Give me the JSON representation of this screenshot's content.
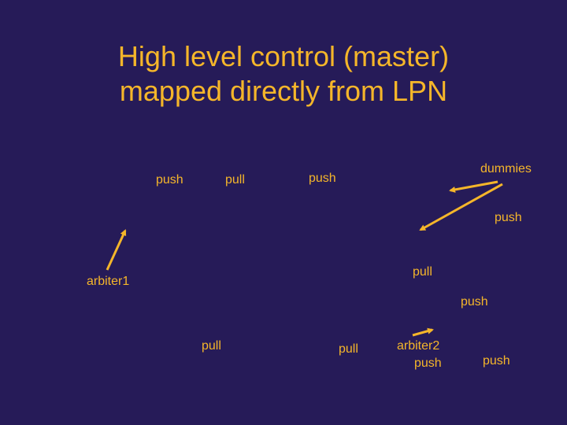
{
  "title": {
    "line1": "High level control (master)",
    "line2": "mapped directly from LPN"
  },
  "labels": {
    "push_1": "push",
    "pull_1": "pull",
    "push_2": "push",
    "dummies": "dummies",
    "push_3": "push",
    "pull_2": "pull",
    "arbiter1": "arbiter1",
    "push_4": "push",
    "pull_3": "pull",
    "pull_4": "pull",
    "arbiter2": "arbiter2",
    "push_5": "push",
    "push_6": "push"
  },
  "colors": {
    "background": "#261b58",
    "text": "#f5b62a",
    "arrow": "#f5b62a"
  }
}
